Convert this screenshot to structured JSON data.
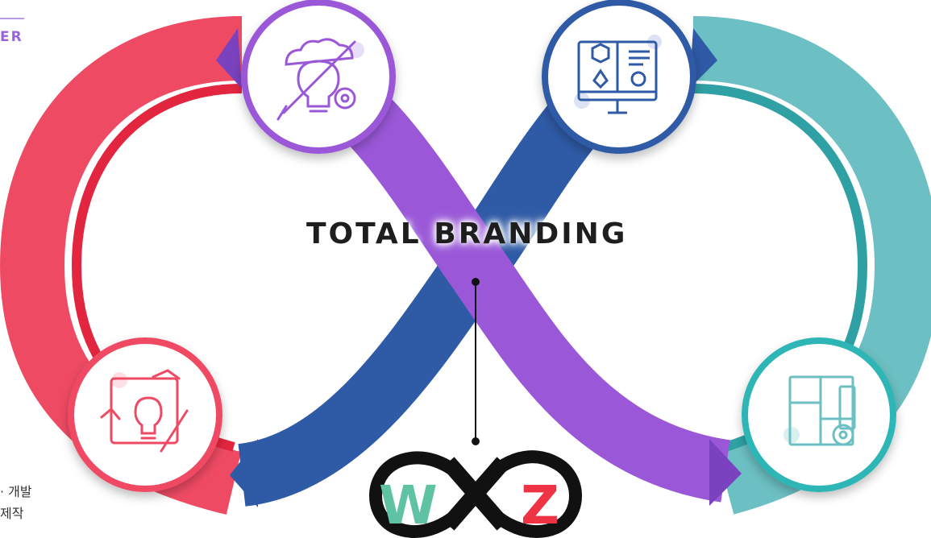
{
  "corner_label": "ER",
  "title": "TOTAL BRANDING",
  "side_text": [
    "· 개발",
    "제작"
  ],
  "nodes": [
    {
      "name": "concept-node",
      "icon": "brainstorm-pencil-gear-icon"
    },
    {
      "name": "design-node",
      "icon": "monitor-design-tools-icon"
    },
    {
      "name": "idea-node",
      "icon": "idea-handshake-icon"
    },
    {
      "name": "production-node",
      "icon": "blueprint-building-icon"
    }
  ],
  "logo": {
    "letters": [
      "W",
      "Z"
    ],
    "name": "wz-infinity-logo"
  },
  "colors": {
    "red": "#ef4a63",
    "purple": "#9a58d8",
    "blue": "#2f5aa6",
    "teal": "#6cbfc2",
    "logo_green": "#5fc3a3",
    "logo_red": "#ee3344"
  }
}
